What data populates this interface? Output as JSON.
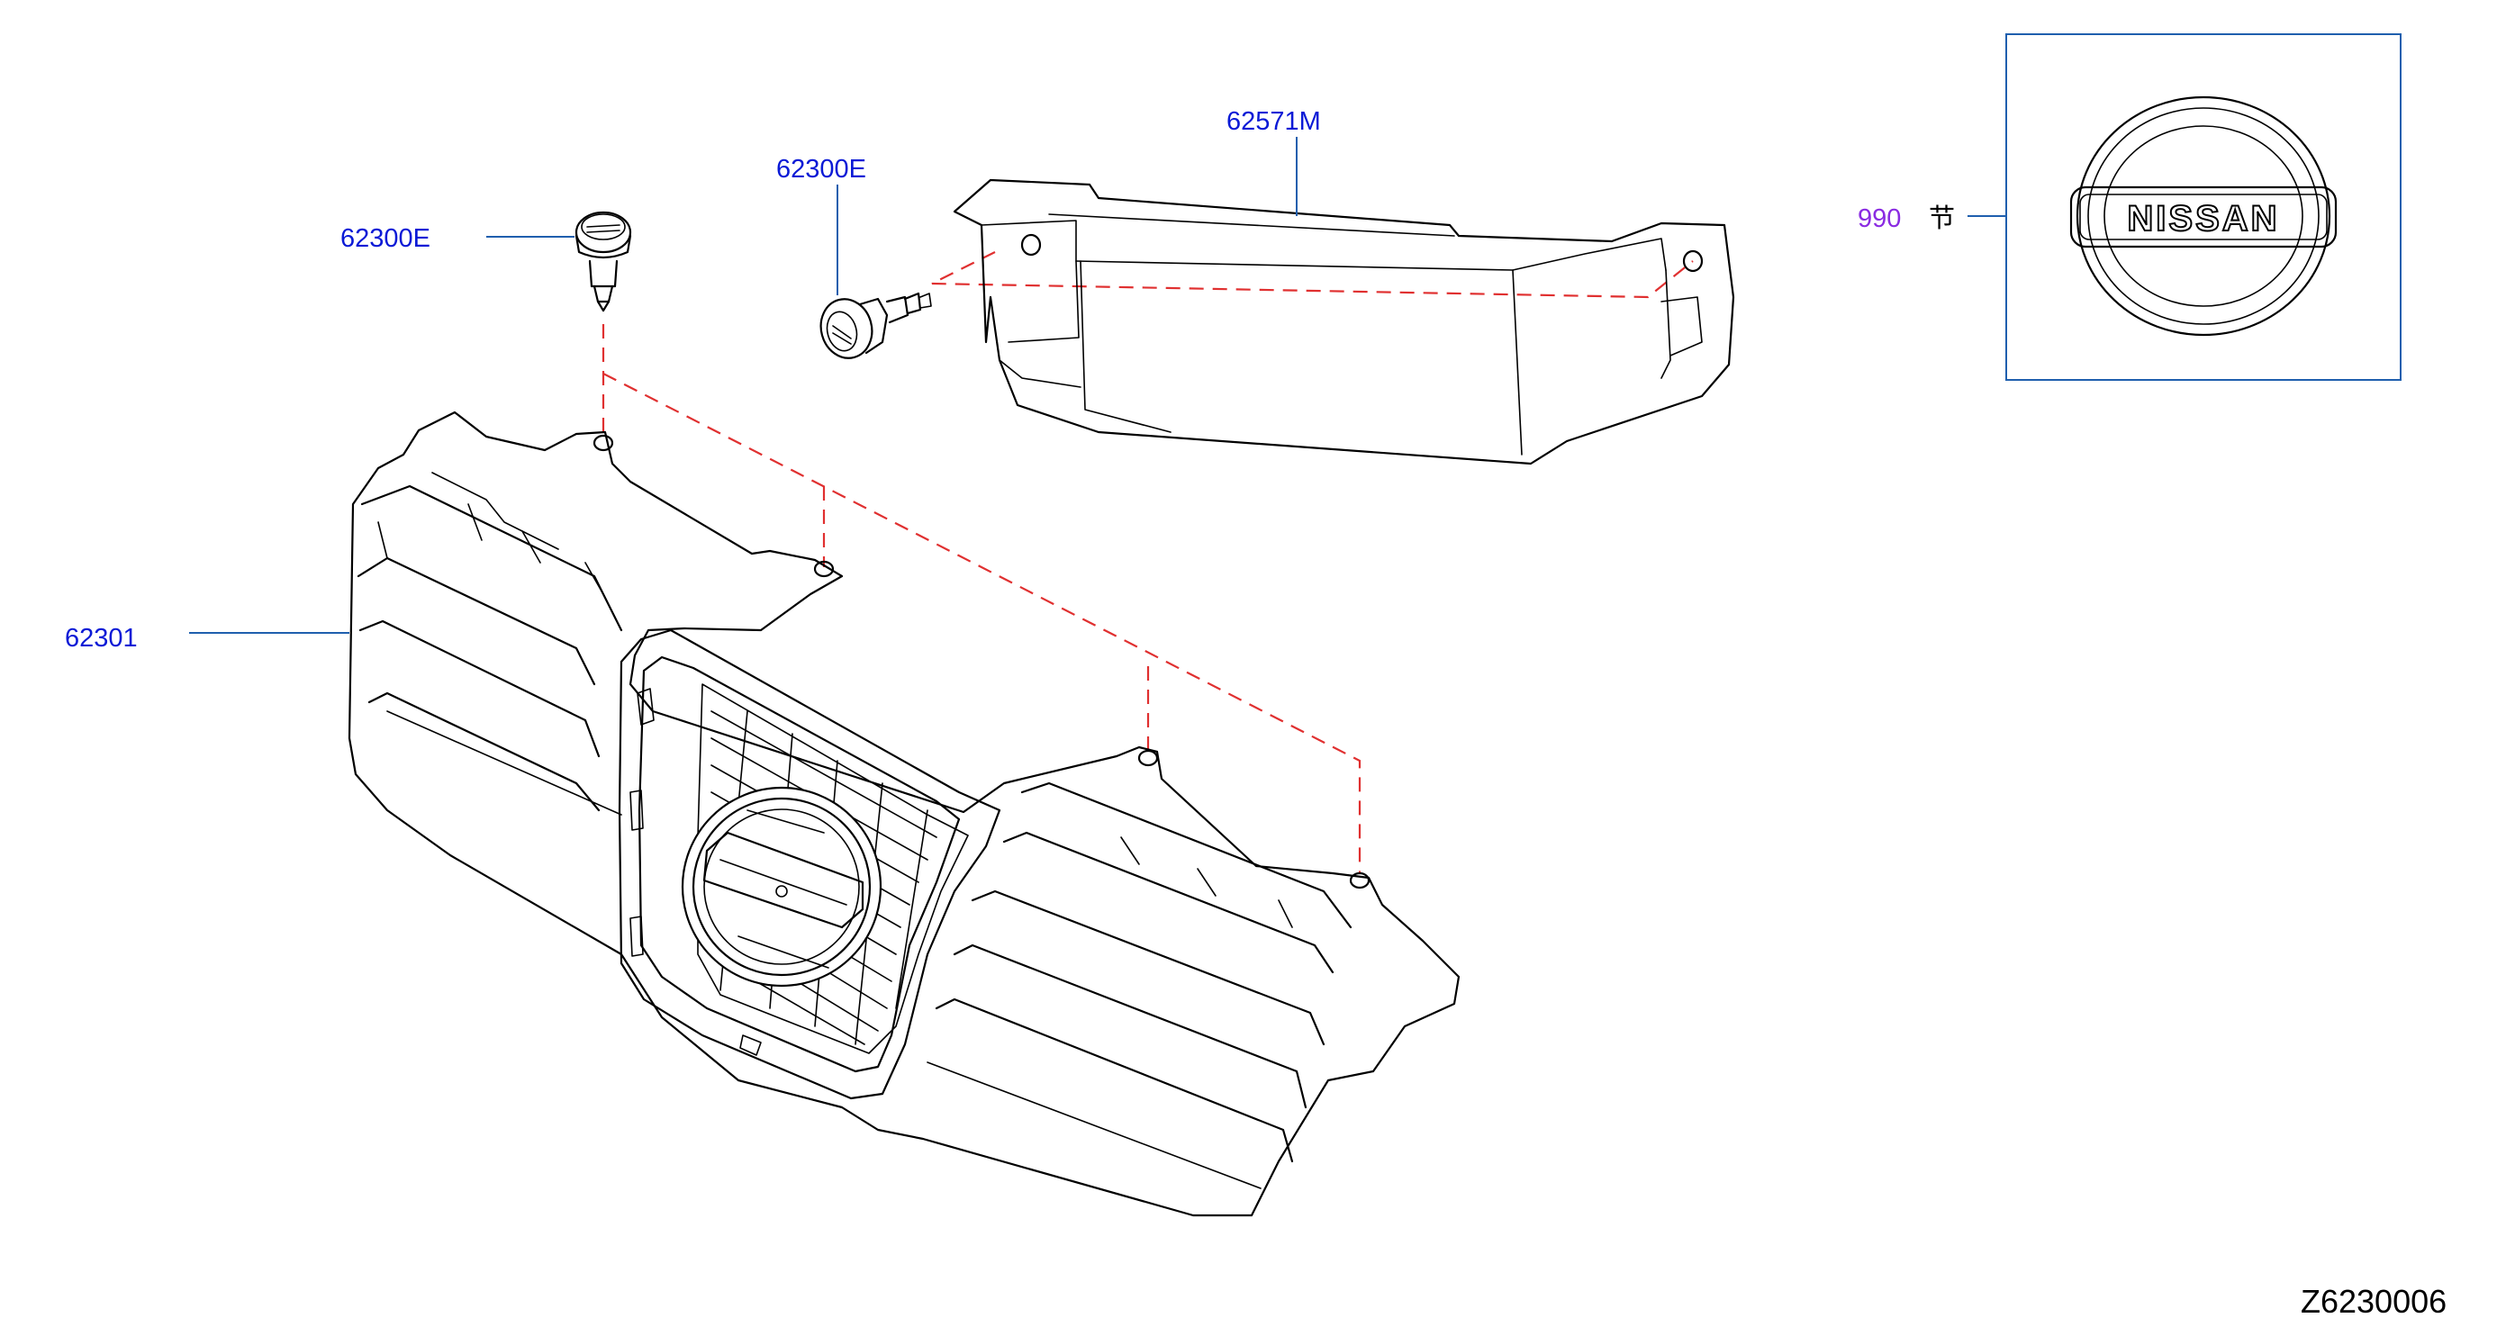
{
  "colors": {
    "label_blue": "#0a1ad6",
    "label_purple": "#8a2be2",
    "leader_blue": "#1f5fae",
    "dash_red": "#e03030",
    "line": "#000000"
  },
  "parts": {
    "clip_left": {
      "label": "62300E"
    },
    "clip_right": {
      "label": "62300E"
    },
    "bracket": {
      "label": "62571M"
    },
    "grille": {
      "label": "62301"
    },
    "emblem": {
      "label": "990",
      "symbol": "节",
      "logo_text": "NISSAN"
    }
  },
  "diagram_code": "Z6230006"
}
